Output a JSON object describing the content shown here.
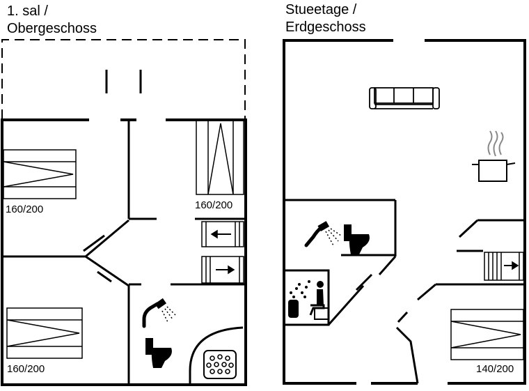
{
  "upper_floor": {
    "title_line1": "1. sal /",
    "title_line2": "Obergeschoss",
    "beds": [
      "160/200",
      "160/200",
      "160/200"
    ]
  },
  "ground_floor": {
    "title_line1": "Stueetage /",
    "title_line2": "Erdgeschoss",
    "beds": [
      "140/200"
    ]
  },
  "icons": [
    "sofa-icon",
    "cooking-pot-icon",
    "shower-icon",
    "toilet-icon",
    "sauna-icon",
    "whirlpool-icon",
    "stairs-icon",
    "bed-icon"
  ],
  "colors": {
    "line": "#000000",
    "background": "#ffffff"
  }
}
